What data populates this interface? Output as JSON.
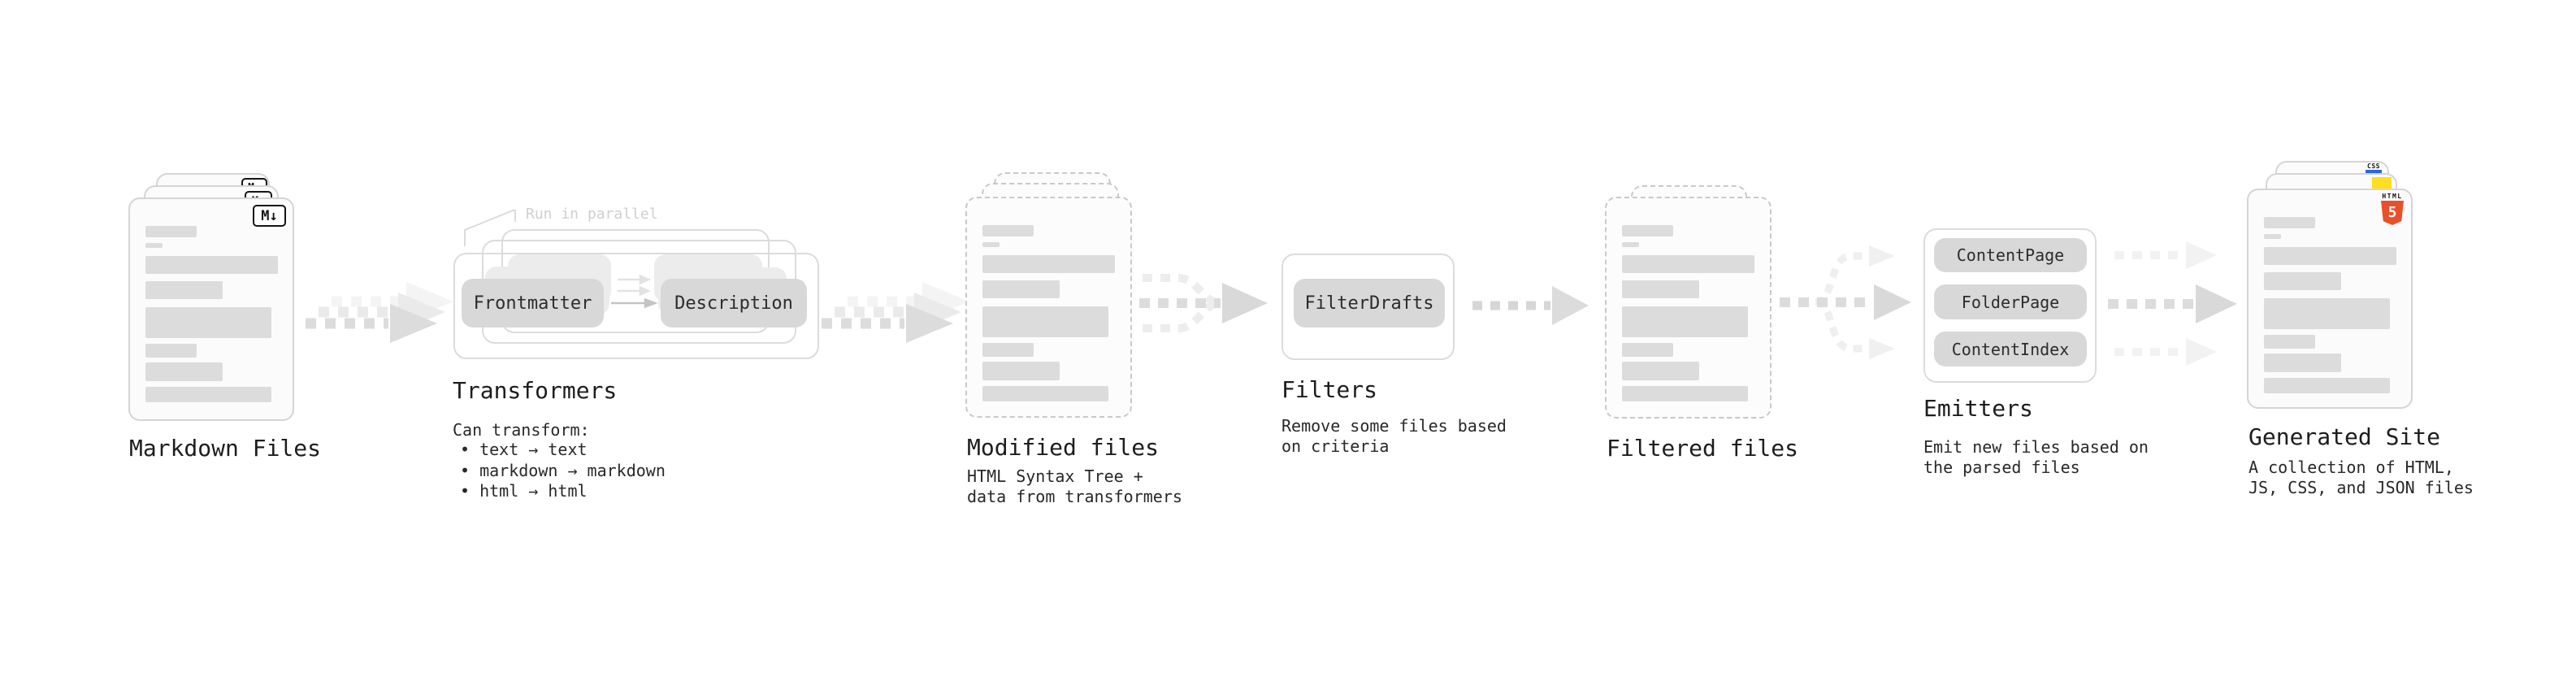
{
  "stages": {
    "markdown_files": {
      "label": "Markdown Files",
      "badge": "M↓"
    },
    "transformers": {
      "label": "Transformers",
      "callout": "Run in parallel",
      "pills": [
        "Frontmatter",
        "Description"
      ],
      "description_title": "Can transform:",
      "bullets": [
        "• text → text",
        "• markdown → markdown",
        "• html → html"
      ]
    },
    "modified_files": {
      "label": "Modified files",
      "description": [
        "HTML Syntax Tree +",
        "data from transformers"
      ]
    },
    "filters": {
      "label": "Filters",
      "pill": "FilterDrafts",
      "description": [
        "Remove some files based",
        "on criteria"
      ]
    },
    "filtered_files": {
      "label": "Filtered files"
    },
    "emitters": {
      "label": "Emitters",
      "pills": [
        "ContentPage",
        "FolderPage",
        "ContentIndex"
      ],
      "description": [
        "Emit new files based on",
        "the parsed files"
      ]
    },
    "generated_site": {
      "label": "Generated Site",
      "description": [
        "A collection of HTML,",
        "JS, CSS, and JSON files"
      ],
      "badges": {
        "css": "CSS",
        "html_label": "HTML",
        "html_number": "5"
      }
    }
  },
  "colors": {
    "html5_orange": "#e8502a",
    "js_yellow": "#ffdf1e",
    "css_blue": "#2b65e3",
    "arrow_gray": "#dcdcdc",
    "arrow_ghost": "#eaeaea",
    "arrow_faint": "#f4f4f4",
    "pill_gray": "#d8d8d8",
    "card_border": "#d5d5d5",
    "text_dark": "#1d1d1d",
    "callout_gray": "#d0d0d0"
  }
}
